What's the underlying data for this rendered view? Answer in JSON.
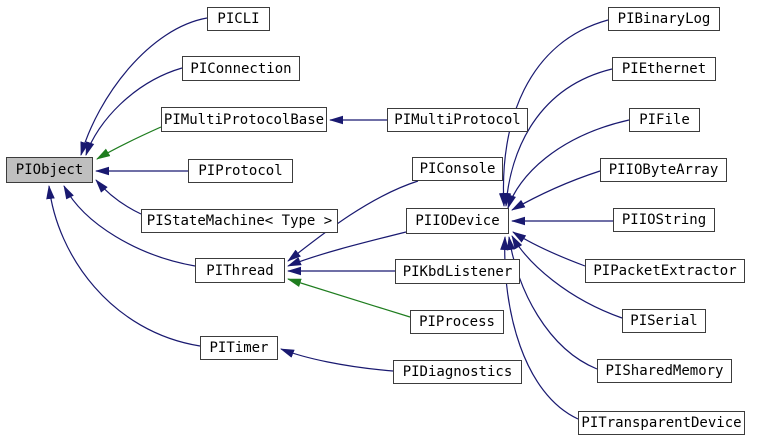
{
  "diagram": {
    "kind": "doxygen-inheritance-graph",
    "nodes": [
      {
        "id": "PIObject",
        "label": "PIObject",
        "highlighted": true
      },
      {
        "id": "PICLI",
        "label": "PICLI",
        "highlighted": false
      },
      {
        "id": "PIConnection",
        "label": "PIConnection",
        "highlighted": false
      },
      {
        "id": "PIMultiProtocolBase",
        "label": "PIMultiProtocolBase",
        "highlighted": false
      },
      {
        "id": "PIMultiProtocol",
        "label": "PIMultiProtocol",
        "highlighted": false
      },
      {
        "id": "PIProtocol",
        "label": "PIProtocol",
        "highlighted": false
      },
      {
        "id": "PIStateMachine",
        "label": "PIStateMachine< Type >",
        "highlighted": false
      },
      {
        "id": "PIConsole",
        "label": "PIConsole",
        "highlighted": false
      },
      {
        "id": "PIIODevice",
        "label": "PIIODevice",
        "highlighted": false
      },
      {
        "id": "PIThread",
        "label": "PIThread",
        "highlighted": false
      },
      {
        "id": "PIKbdListener",
        "label": "PIKbdListener",
        "highlighted": false
      },
      {
        "id": "PIProcess",
        "label": "PIProcess",
        "highlighted": false
      },
      {
        "id": "PITimer",
        "label": "PITimer",
        "highlighted": false
      },
      {
        "id": "PIDiagnostics",
        "label": "PIDiagnostics",
        "highlighted": false
      },
      {
        "id": "PIBinaryLog",
        "label": "PIBinaryLog",
        "highlighted": false
      },
      {
        "id": "PIEthernet",
        "label": "PIEthernet",
        "highlighted": false
      },
      {
        "id": "PIFile",
        "label": "PIFile",
        "highlighted": false
      },
      {
        "id": "PIIOByteArray",
        "label": "PIIOByteArray",
        "highlighted": false
      },
      {
        "id": "PIIOString",
        "label": "PIIOString",
        "highlighted": false
      },
      {
        "id": "PIPacketExtractor",
        "label": "PIPacketExtractor",
        "highlighted": false
      },
      {
        "id": "PISerial",
        "label": "PISerial",
        "highlighted": false
      },
      {
        "id": "PISharedMemory",
        "label": "PISharedMemory",
        "highlighted": false
      },
      {
        "id": "PITransparentDevice",
        "label": "PITransparentDevice",
        "highlighted": false
      }
    ],
    "edges": [
      {
        "from": "PICLI",
        "to": "PIObject",
        "relation": "public"
      },
      {
        "from": "PIConnection",
        "to": "PIObject",
        "relation": "public"
      },
      {
        "from": "PIMultiProtocolBase",
        "to": "PIObject",
        "relation": "protected"
      },
      {
        "from": "PIProtocol",
        "to": "PIObject",
        "relation": "public"
      },
      {
        "from": "PIStateMachine",
        "to": "PIObject",
        "relation": "public"
      },
      {
        "from": "PIThread",
        "to": "PIObject",
        "relation": "public"
      },
      {
        "from": "PITimer",
        "to": "PIObject",
        "relation": "public"
      },
      {
        "from": "PIMultiProtocol",
        "to": "PIMultiProtocolBase",
        "relation": "public"
      },
      {
        "from": "PIConsole",
        "to": "PIThread",
        "relation": "public"
      },
      {
        "from": "PIIODevice",
        "to": "PIThread",
        "relation": "public"
      },
      {
        "from": "PIKbdListener",
        "to": "PIThread",
        "relation": "public"
      },
      {
        "from": "PIProcess",
        "to": "PIThread",
        "relation": "protected"
      },
      {
        "from": "PIBinaryLog",
        "to": "PIIODevice",
        "relation": "public"
      },
      {
        "from": "PIEthernet",
        "to": "PIIODevice",
        "relation": "public"
      },
      {
        "from": "PIFile",
        "to": "PIIODevice",
        "relation": "public"
      },
      {
        "from": "PIIOByteArray",
        "to": "PIIODevice",
        "relation": "public"
      },
      {
        "from": "PIIOString",
        "to": "PIIODevice",
        "relation": "public"
      },
      {
        "from": "PIPacketExtractor",
        "to": "PIIODevice",
        "relation": "public"
      },
      {
        "from": "PISerial",
        "to": "PIIODevice",
        "relation": "public"
      },
      {
        "from": "PISharedMemory",
        "to": "PIIODevice",
        "relation": "public"
      },
      {
        "from": "PITransparentDevice",
        "to": "PIIODevice",
        "relation": "public"
      },
      {
        "from": "PIDiagnostics",
        "to": "PITimer",
        "relation": "public"
      }
    ]
  },
  "colors": {
    "background": "#ffffff",
    "node_fill": "#ffffff",
    "node_border": "#3c3c3c",
    "node_text": "#000000",
    "highlight_fill": "#bfbfbf",
    "public_inheritance": "#191970",
    "protected_inheritance": "#1f7d1f"
  }
}
